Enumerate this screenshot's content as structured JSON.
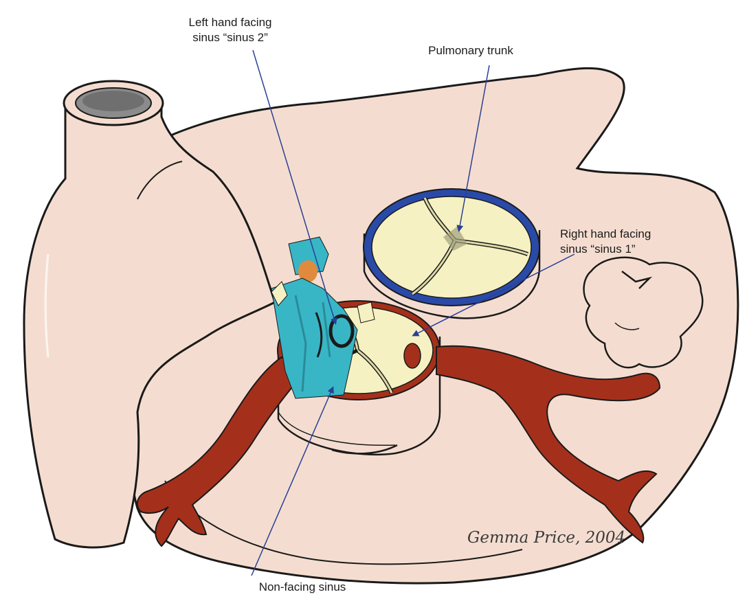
{
  "labels": {
    "left_hand_sinus_line1": "Left hand facing",
    "left_hand_sinus_line2": "sinus “sinus 2”",
    "pulmonary_trunk": "Pulmonary trunk",
    "right_hand_sinus_line1": "Right hand facing",
    "right_hand_sinus_line2": "sinus “sinus 1”",
    "non_facing_sinus": "Non-facing sinus"
  },
  "signature": "Gemma Price, 2004",
  "colors": {
    "background": "#000000",
    "tissue": "#f4ddd0",
    "tissue_shadow": "#e6c4b3",
    "outline": "#1a1a1a",
    "pulmonary_ring": "#2a4aa8",
    "valve_leaflet": "#f6f1c2",
    "coronary_artery": "#a4301c",
    "arrow": "#2a3f96",
    "surgeon_gown": "#38b6c6"
  },
  "icons": {
    "surgeon": "surgeon-figure-icon"
  }
}
